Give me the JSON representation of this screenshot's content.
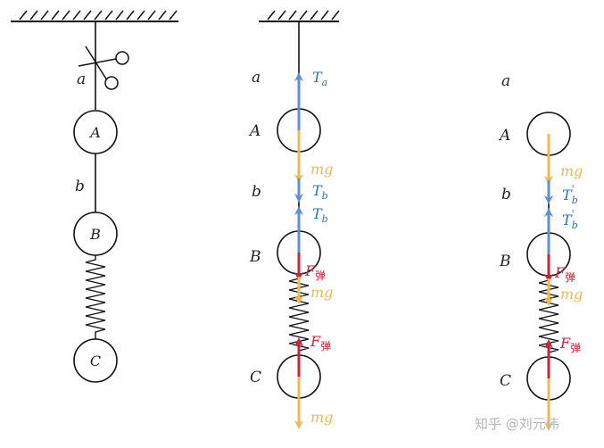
{
  "colors": {
    "tension": "#5b8fd9",
    "tension_text": "#2f6fb8",
    "gravity": "#f2b84b",
    "spring": "#c8243a",
    "line": "#111111",
    "watermark": "#b5b5b5"
  },
  "panel1": {
    "label_a": "a",
    "label_b": "b",
    "ball_A": "A",
    "ball_B": "B",
    "ball_C": "C"
  },
  "panel2": {
    "label_a": "a",
    "label_A": "A",
    "label_b": "b",
    "label_B": "B",
    "label_C": "C",
    "T_a": {
      "main": "T",
      "sub": "a"
    },
    "mg_A": "mg",
    "T_b_down": {
      "main": "T",
      "sub": "b"
    },
    "T_b_up": {
      "main": "T",
      "sub": "b"
    },
    "F_spring_top": {
      "main": "F",
      "sub": "弹"
    },
    "mg_B": "mg",
    "F_spring_bottom": {
      "main": "F",
      "sub": "弹"
    },
    "mg_C": "mg"
  },
  "panel3": {
    "label_a": "a",
    "label_A": "A",
    "label_b": "b",
    "label_B": "B",
    "label_C": "C",
    "mg_A": "mg",
    "T_b_down": {
      "main": "T",
      "prime": "'",
      "sub": "b"
    },
    "T_b_up": {
      "main": "T",
      "prime": "'",
      "sub": "b"
    },
    "F_spring_top": {
      "main": "F",
      "sub": "弹"
    },
    "mg_B": "mg",
    "F_spring_bottom": {
      "main": "F",
      "sub": "弹"
    }
  },
  "watermark": "知乎 @刘元伟"
}
